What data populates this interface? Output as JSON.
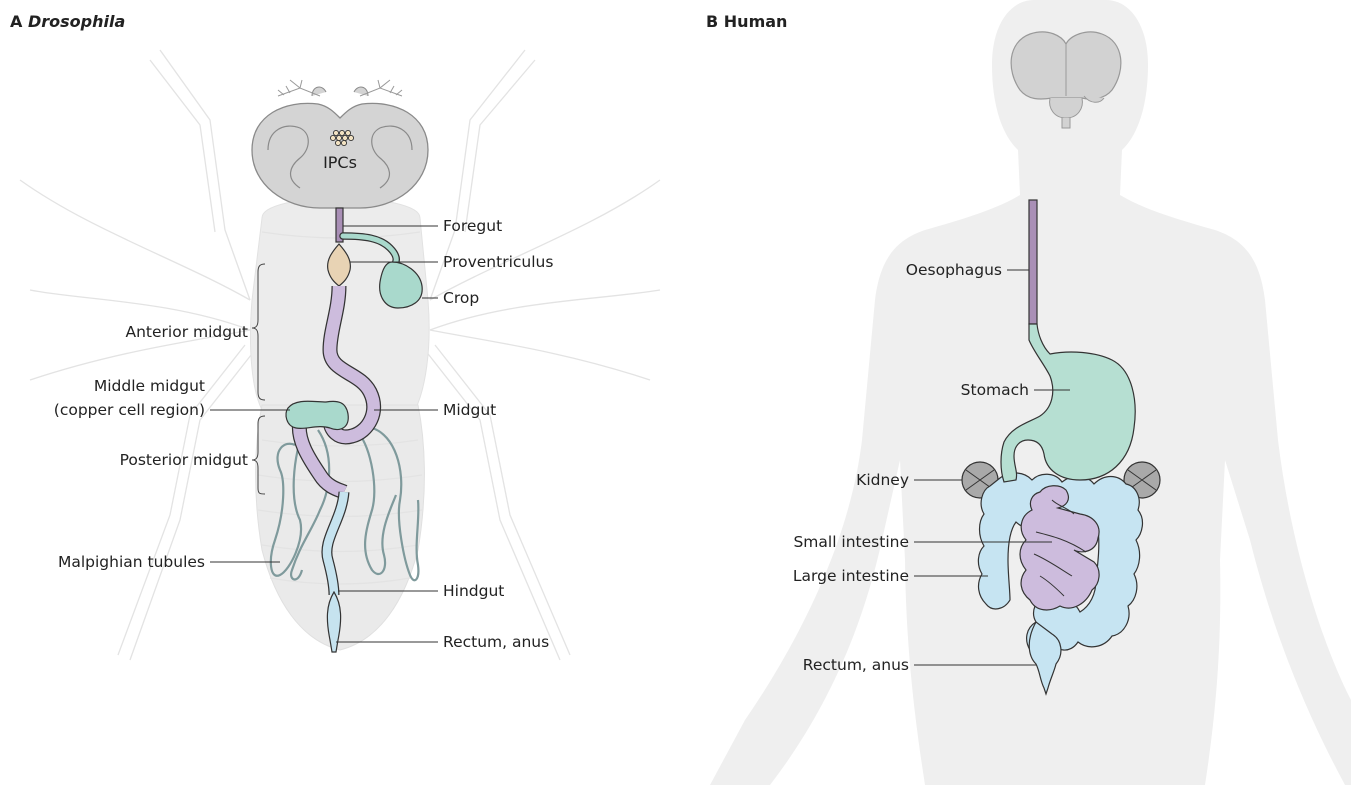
{
  "panel_a": {
    "letter": "A",
    "title": "Drosophila",
    "ipcs": "IPCs",
    "labels": {
      "foregut": "Foregut",
      "proventriculus": "Proventriculus",
      "crop": "Crop",
      "anterior_midgut": "Anterior midgut",
      "middle_midgut_1": "Middle midgut",
      "middle_midgut_2": "(copper cell region)",
      "midgut": "Midgut",
      "posterior_midgut": "Posterior midgut",
      "malpighian": "Malpighian tubules",
      "hindgut": "Hindgut",
      "rectum": "Rectum, anus"
    }
  },
  "panel_b": {
    "letter": "B",
    "title": "Human",
    "labels": {
      "oesophagus": "Oesophagus",
      "stomach": "Stomach",
      "kidney": "Kidney",
      "small_intestine": "Small intestine",
      "large_intestine": "Large intestine",
      "rectum": "Rectum, anus"
    }
  },
  "colors": {
    "foregut": "#a98fb6",
    "proventriculus": "#e8d3b4",
    "crop": "#a9d9cc",
    "midgut": "#cdbcdd",
    "copper": "#a9d9cc",
    "hindgut": "#c6e3ef",
    "tubules": "#8aa4a6",
    "brain": "#d2d2d2",
    "fly_body": "#ececec",
    "human_body": "#efefef",
    "stomach": "#b6dfd2",
    "large_intestine": "#c6e4f2",
    "small_intestine": "#cdbcdd",
    "kidney": "#a9a9a9"
  }
}
